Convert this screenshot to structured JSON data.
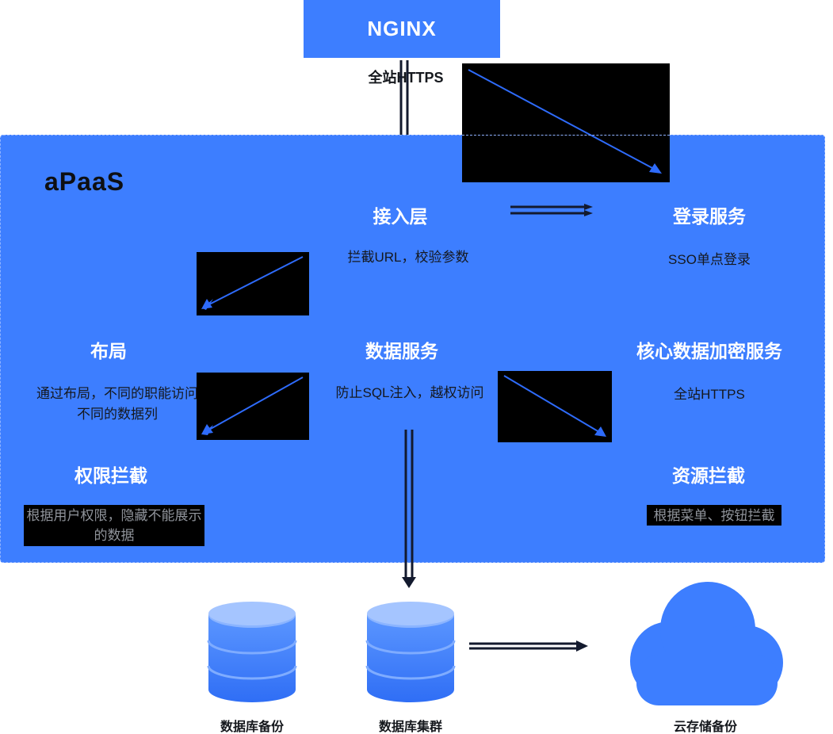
{
  "colors": {
    "primary_blue": "#3d7eff",
    "arrow_blue": "#2e6bfa",
    "connector_dark": "#131a2e",
    "panel_black": "#000000",
    "cylinder_body": "#3f7efc",
    "cylinder_top": "#8bb4ff"
  },
  "nginx": {
    "title": "NGINX",
    "caption": "全站HTTPS"
  },
  "platform": {
    "label": "aPaaS"
  },
  "nodes": {
    "access": {
      "title": "接入层",
      "desc": "拦截URL，校验参数"
    },
    "login": {
      "title": "登录服务",
      "desc": "SSO单点登录"
    },
    "layout": {
      "title": "布局",
      "desc": "通过布局，不同的职能访问\n不同的数据列"
    },
    "data_service": {
      "title": "数据服务",
      "desc": "防止SQL注入，越权访问"
    },
    "encryption": {
      "title": "核心数据加密服务",
      "desc": "全站HTTPS"
    },
    "permission": {
      "title": "权限拦截",
      "desc": "根据用户权限，隐藏不能展示\n的数据"
    },
    "resource": {
      "title": "资源拦截",
      "desc": "根据菜单、按钮拦截"
    }
  },
  "storage": {
    "db_backup": {
      "label": "数据库备份"
    },
    "db_cluster": {
      "label": "数据库集群"
    },
    "cloud_backup": {
      "label": "云存储备份"
    }
  }
}
